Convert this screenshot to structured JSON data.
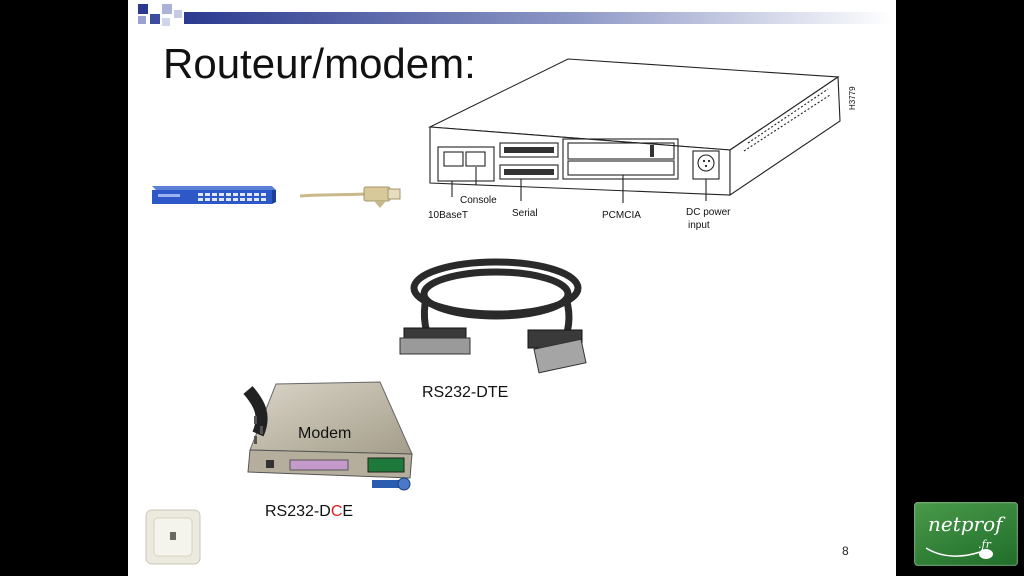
{
  "slide": {
    "title": "Routeur/modem:",
    "page_number": "8"
  },
  "router_diagram": {
    "labels": {
      "console": "Console",
      "tenbaset": "10BaseT",
      "serial": "Serial",
      "pcmcia": "PCMCIA",
      "dc_power_line1": "DC power",
      "dc_power_line2": "input",
      "serial_code": "H3779"
    }
  },
  "cable": {
    "caption": "RS232-DTE"
  },
  "modem": {
    "label": "Modem",
    "caption_prefix": "RS232-D",
    "caption_highlight": "C",
    "caption_suffix": "E",
    "highlight_color": "#e02020"
  },
  "logo": {
    "text": "netprof",
    "suffix": ".fr"
  },
  "colors": {
    "title_bar": "#2b3a8f",
    "accent_green": "#2e7d32"
  }
}
